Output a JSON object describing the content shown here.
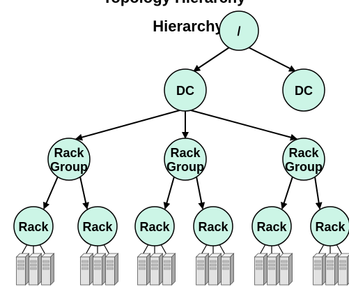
{
  "title": {
    "line1": "Topology Hierarchy",
    "line2": "Hierarchy"
  },
  "colors": {
    "node_fill": "#ccf5e6",
    "server_front": "#e2e2e2",
    "server_side": "#a8a8a8",
    "line": "#000000"
  },
  "nodes": {
    "root": "/",
    "dc": [
      "DC",
      "DC"
    ],
    "rack_group_line1": "Rack",
    "rack_group_line2": "Group",
    "rack": "Rack"
  },
  "server_icon": "server-icon"
}
